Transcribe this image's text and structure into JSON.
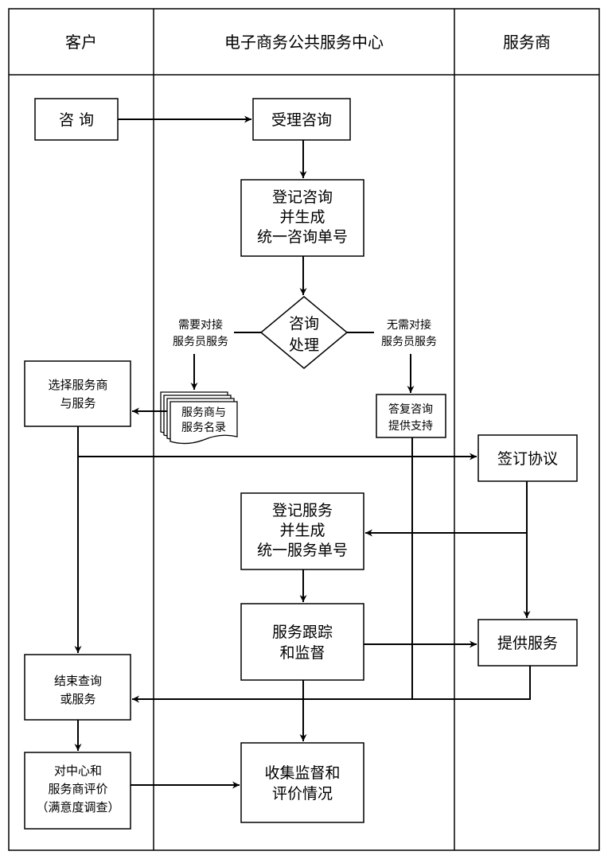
{
  "lanes": {
    "customer": "客户",
    "center": "电子商务公共服务中心",
    "provider": "服务商"
  },
  "nodes": {
    "consult": "咨 询",
    "accept_consult": "受理咨询",
    "register_consult": [
      "登记咨询",
      "并生成",
      "统一咨询单号"
    ],
    "process_consult": [
      "咨询",
      "处理"
    ],
    "need_connect": [
      "需要对接",
      "服务员服务"
    ],
    "no_need_connect": [
      "无需对接",
      "服务员服务"
    ],
    "choose_provider": [
      "选择服务商",
      "与服务"
    ],
    "provider_list": [
      "服务商与",
      "服务名录"
    ],
    "reply_consult": [
      "答复咨询",
      "提供支持"
    ],
    "sign_agreement": "签订协议",
    "register_service": [
      "登记服务",
      "并生成",
      "统一服务单号"
    ],
    "service_tracking": [
      "服务跟踪",
      "和监督"
    ],
    "provide_service": "提供服务",
    "end_query": [
      "结束查询",
      "或服务"
    ],
    "evaluate": [
      "对中心和",
      "服务商评价",
      "（满意度调查）"
    ],
    "collect": [
      "收集监督和",
      "评价情况"
    ]
  }
}
